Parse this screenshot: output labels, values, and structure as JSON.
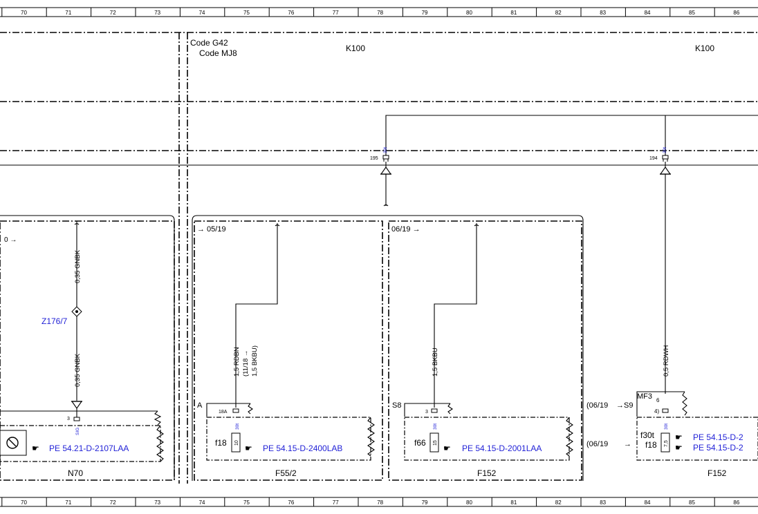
{
  "ruler": {
    "numbers": [
      "70",
      "71",
      "72",
      "73",
      "74",
      "75",
      "76",
      "77",
      "78",
      "79",
      "80",
      "81",
      "82",
      "83",
      "84",
      "85",
      "86"
    ]
  },
  "codes": {
    "code1": "Code G42",
    "code2": "Code MJ8"
  },
  "k100": {
    "left": "K100",
    "right": "K100"
  },
  "pins": {
    "p195": "195",
    "p194": "194",
    "sig30t_a": "30t",
    "sig30t_b": "30t"
  },
  "n70": {
    "date_arrow": "0 →",
    "wire_top": "0,35 GNBK",
    "splice": "Z176/7",
    "wire_bottom": "0,35 GNBK",
    "pin": "3",
    "sig": "SIG",
    "ref": "PE 54.21-D-2107LAA",
    "label": "N70"
  },
  "f55": {
    "date": "→ 05/19",
    "connector": "A",
    "pin": "18A",
    "wire": "1,5 RDBN",
    "wire_alt1": "(11/18 →",
    "wire_alt2": "1,5 BKBU)",
    "pin_sig": "30t",
    "fuse_name": "f18",
    "fuse_value": "10",
    "ref": "PE 54.15-D-2400LAB",
    "label": "F55/2"
  },
  "f152a": {
    "date": "06/19 →",
    "connector": "S8",
    "pin": "3",
    "wire": "1,5 BKBU",
    "pin_sig": "30t",
    "fuse_name": "f66",
    "fuse_value": "15",
    "ref": "PE 54.15-D-2001LAA",
    "label": "F152"
  },
  "f152b": {
    "connector": "MF3",
    "date_s9": "(06/19",
    "s9": "→S9",
    "pin": "6",
    "note": "4)",
    "wire": "0,5 RDWH",
    "pin_sig": "30t",
    "date2": "(06/19",
    "date2_arrow": "→",
    "fuse_name1": "f30t",
    "fuse_name2": "f18",
    "fuse_value": "7,5",
    "ref1": "PE 54.15-D-2",
    "ref2": "PE 54.15-D-2",
    "label": "F152"
  }
}
